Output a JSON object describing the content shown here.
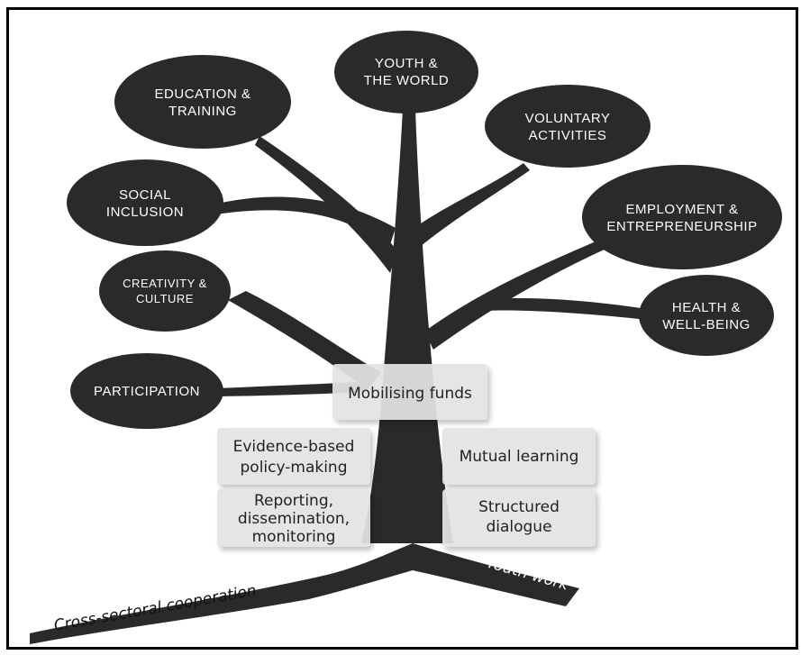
{
  "tree": {
    "branches": [
      {
        "line1": "YOUTH &",
        "line2": "THE WORLD"
      },
      {
        "line1": "EDUCATION &",
        "line2": "TRAINING"
      },
      {
        "line1": "VOLUNTARY",
        "line2": "ACTIVITIES"
      },
      {
        "line1": "SOCIAL",
        "line2": "INCLUSION"
      },
      {
        "line1": "EMPLOYMENT &",
        "line2": "ENTREPRENEURSHIP"
      },
      {
        "line1": "CREATIVITY &",
        "line2": "CULTURE"
      },
      {
        "line1": "HEALTH &",
        "line2": "WELL-BEING"
      },
      {
        "line1": "PARTICIPATION",
        "line2": ""
      }
    ],
    "trunk_boxes": [
      {
        "lines": [
          "Mobilising funds"
        ]
      },
      {
        "lines": [
          "Evidence-based",
          "policy-making"
        ]
      },
      {
        "lines": [
          "Mutual learning"
        ]
      },
      {
        "lines": [
          "Reporting,",
          "dissemination,",
          "monitoring"
        ]
      },
      {
        "lines": [
          "Structured",
          "dialogue"
        ]
      }
    ],
    "roots": {
      "left": "Cross-sectoral cooperation",
      "right": "Youth work"
    }
  },
  "colors": {
    "leaf": "#2a2a2a",
    "trunk": "#2a2a2a",
    "box": "#e4e4e4"
  }
}
